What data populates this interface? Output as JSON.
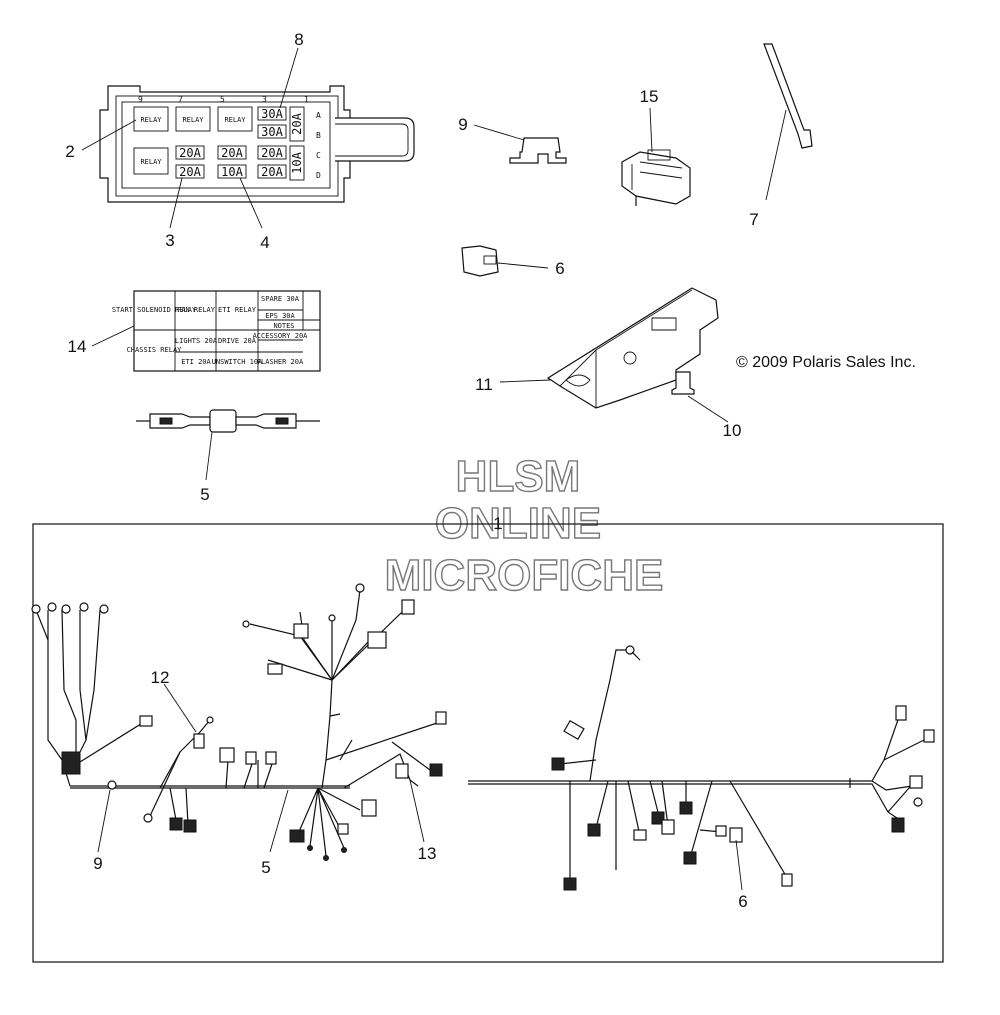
{
  "callouts": {
    "c1": "1",
    "c2": "2",
    "c3": "3",
    "c4": "4",
    "c5a": "5",
    "c5b": "5",
    "c6a": "6",
    "c6b": "6",
    "c7": "7",
    "c8": "8",
    "c9a": "9",
    "c9b": "9",
    "c10": "10",
    "c11": "11",
    "c12": "12",
    "c13": "13",
    "c14": "14",
    "c15": "15"
  },
  "copyright": "© 2009 Polaris Sales Inc.",
  "watermark": {
    "line1": "HLSM",
    "line2": "ONLINE",
    "line3": "MICROFICHE"
  },
  "fuse_box": {
    "top_numbers": [
      "9",
      "7",
      "5",
      "3",
      "1"
    ],
    "row_letters": [
      "A",
      "B",
      "C",
      "D"
    ],
    "relay_label": "RELAY",
    "fuses": {
      "r1": "30A",
      "r2": "30A",
      "side_top": "20A",
      "side_bottom": "10A",
      "row3": [
        "20A",
        "20A",
        "20A"
      ],
      "row4": [
        "20A",
        "10A",
        "20A"
      ]
    }
  },
  "decal": {
    "cells": {
      "start_solenoid": "START SOLENOID RELAY",
      "fan_relay": "FAN RELAY",
      "eti_relay": "ETI RELAY",
      "spare": "SPARE 30A",
      "eps": "EPS 30A",
      "notes": "NOTES",
      "chassis_relay": "CHASSIS RELAY",
      "lights": "LIGHTS 20A",
      "drive": "DRIVE 20A",
      "accessory": "ACCESSORY 20A",
      "eti": "ETI 20A",
      "unswitched": "UNSWITCH 10A",
      "flasher": "FLASHER 20A"
    }
  }
}
